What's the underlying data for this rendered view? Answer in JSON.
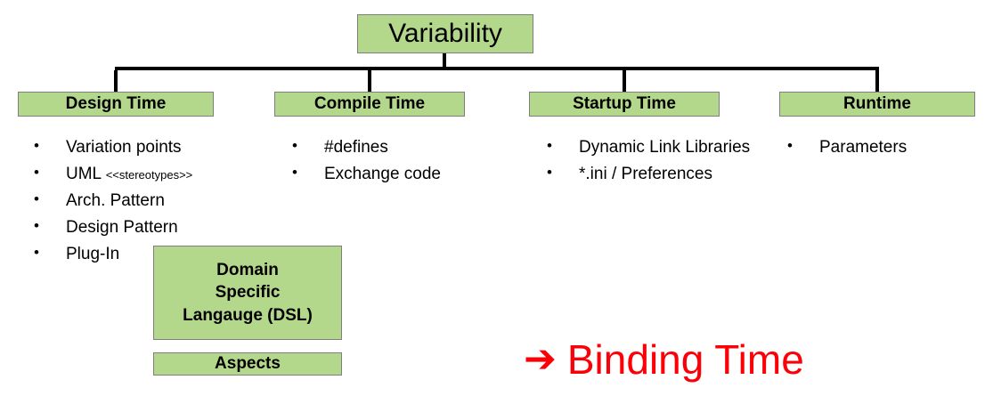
{
  "diagram": {
    "root": {
      "label": "Variability"
    },
    "columns": [
      {
        "header": "Design Time",
        "items": [
          {
            "text": "Variation points"
          },
          {
            "text": "UML ",
            "note": "<<stereotypes>>"
          },
          {
            "text": "Arch. Pattern"
          },
          {
            "text": "Design Pattern"
          },
          {
            "text": "Plug-In"
          }
        ]
      },
      {
        "header": "Compile Time",
        "items": [
          {
            "text": "#defines"
          },
          {
            "text": "Exchange code"
          }
        ]
      },
      {
        "header": "Startup Time",
        "items": [
          {
            "text": "Dynamic Link Libraries"
          },
          {
            "text": "*.ini / Preferences"
          }
        ]
      },
      {
        "header": "Runtime",
        "items": [
          {
            "text": "Parameters"
          }
        ]
      }
    ],
    "extra_boxes": [
      {
        "line1": "Domain",
        "line2": "Specific",
        "line3": "Langauge (DSL)"
      },
      {
        "label": "Aspects"
      }
    ],
    "callout": {
      "arrow": "➔",
      "text": "Binding Time"
    },
    "colors": {
      "box_fill": "#b3d88c",
      "box_border": "#7f7f7f",
      "connector": "#000000",
      "callout": "#fb0007",
      "background": "#ffffff"
    }
  }
}
